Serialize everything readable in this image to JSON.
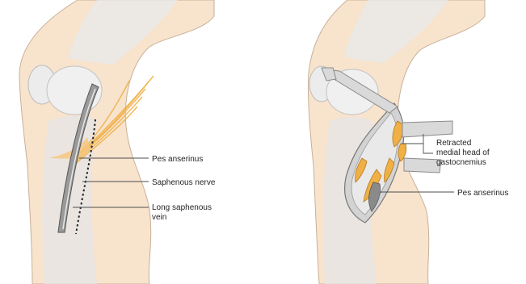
{
  "left_figure": {
    "labels": {
      "pes_anserinus": "Pes anserinus",
      "saphenous_nerve": "Saphenous nerve",
      "long_saphenous_vein_line1": "Long saphenous",
      "long_saphenous_vein_line2": "vein"
    }
  },
  "right_figure": {
    "labels": {
      "retracted_line1": "Retracted",
      "retracted_line2": "medial head of",
      "retracted_line3": "gastocnemius",
      "pes_anserinus": "Pes anserinus"
    }
  },
  "colors": {
    "skin": "#f8e3cd",
    "skin_shadow": "#eccfb3",
    "bone": "#e2e2e2",
    "bone_light": "#eeeeee",
    "tendon": "#f0b046",
    "retractor": "#d9d9d9",
    "outline": "#8a8a8a",
    "leader": "#4d4d4d"
  }
}
